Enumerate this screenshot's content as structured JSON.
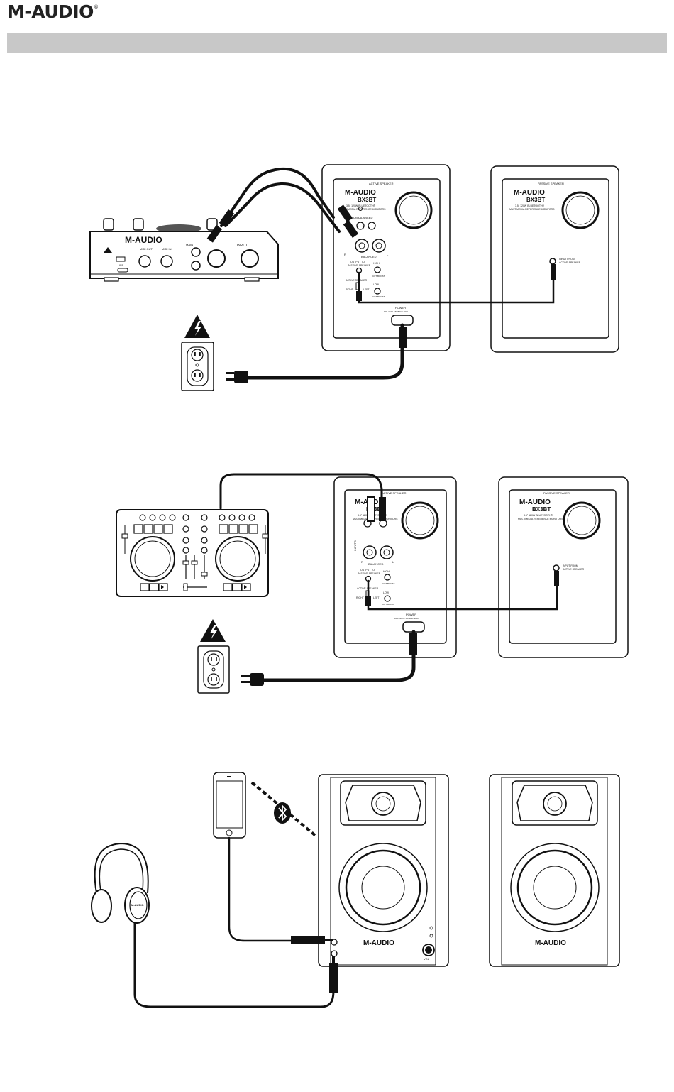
{
  "header": {
    "brand": "M-AUDIO",
    "trademark": "®"
  },
  "diagram1": {
    "interface": {
      "brand": "M-AUDIO",
      "midi_out": "MIDI OUT",
      "midi_in": "MIDI IN",
      "usb": "USB",
      "main": "MAIN",
      "input": "INPUT"
    },
    "active_speaker": {
      "header": "ACTIVE SPEAKER",
      "brand": "M-AUDIO",
      "model": "BX3BT",
      "desc1": "3.5\" 120W BLUETOOTH®",
      "desc2": "MULTIMEDIA REFERENCE MONITORS",
      "unbalanced": "UNBALANCED",
      "balanced": "BALANCED",
      "r": "R",
      "l": "L",
      "output_to": "OUTPUT TO",
      "passive_speaker": "PASSIVE SPEAKER",
      "high": "HIGH",
      "low": "LOW",
      "active_speaker_label": "ACTIVE SPEAKER",
      "right": "RIGHT",
      "left": "LEFT",
      "cut_boost": "CUT  BOOST",
      "power": "POWER",
      "voltage": "100-240V~ 50/60Hz 20W"
    },
    "passive_speaker": {
      "header": "PASSIVE SPEAKER",
      "brand": "M-AUDIO",
      "model": "BX3BT",
      "desc1": "3.5\" 120W BLUETOOTH®",
      "desc2": "MULTIMEDIA REFERENCE MONITORS",
      "input_from": "INPUT FROM",
      "active_speaker_label": "ACTIVE SPEAKER"
    }
  },
  "diagram2": {
    "active_speaker": {
      "header": "ACTIVE SPEAKER",
      "brand": "M-AUDIO",
      "model": "BX3BT",
      "desc1": "3.5\" 120W BLUETOOTH®",
      "desc2": "MULTIMEDIA REFERENCE MONITORS",
      "inputs": "INPUTS",
      "balanced": "BALANCED",
      "r": "R",
      "l": "L",
      "output_to": "OUTPUT TO",
      "passive_speaker": "PASSIVE SPEAKER",
      "high": "HIGH",
      "low": "LOW",
      "active_speaker_label": "ACTIVE SPEAKER",
      "right": "RIGHT",
      "left": "LEFT",
      "cut_boost": "CUT  BOOST",
      "power": "POWER",
      "voltage": "100-240V~ 50/60Hz 20W"
    },
    "passive_speaker": {
      "header": "PASSIVE SPEAKER",
      "brand": "M-AUDIO",
      "model": "BX3BT",
      "desc1": "3.5\" 120W BLUETOOTH®",
      "desc2": "MULTIMEDIA REFERENCE MONITORS",
      "input_from": "INPUT FROM",
      "active_speaker_label": "ACTIVE SPEAKER"
    }
  },
  "diagram3": {
    "speaker_brand": "M-AUDIO",
    "vol": "VOL",
    "headphone_brand": "M-AUDIO"
  }
}
